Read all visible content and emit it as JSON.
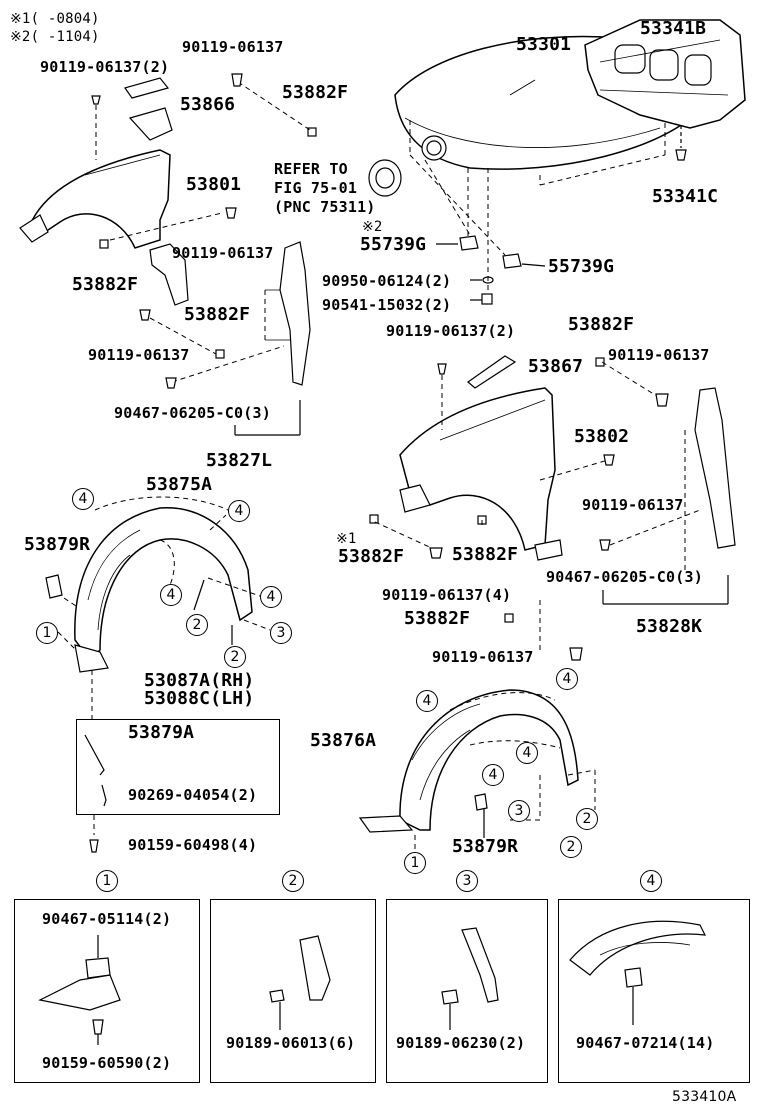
{
  "notes": [
    {
      "mark": "※1",
      "text": "(      -0804)"
    },
    {
      "mark": "※2",
      "text": "(      -1104)"
    }
  ],
  "hood_section": {
    "hood_part": "53301",
    "insulator_part": "53341B",
    "insulator_clip": "53341C",
    "refer_line1": "REFER TO",
    "refer_line2": "FIG 75-01",
    "refer_line3": "(PNC 75311)",
    "cushion_note": "※2",
    "cushion_left": "55739G",
    "cushion_right": "55739G",
    "washer": "90950-06124(2)",
    "stop": "90541-15032(2)"
  },
  "left_fender": {
    "bolt_top": "90119-06137",
    "bolt_top_qty": "90119-06137(2)",
    "seal_top": "53866",
    "pad_top": "53882F",
    "fender": "53801",
    "bolt_mid": "90119-06137",
    "pad_left": "53882F",
    "pad_mid": "53882F",
    "bolt_low": "90119-06137",
    "clip": "90467-06205-C0(3)",
    "bracket_assy": "53827L"
  },
  "right_fender": {
    "bolt_top": "90119-06137(2)",
    "pad_top": "53882F",
    "bolt_right": "90119-06137",
    "seal": "53867",
    "fender": "53802",
    "bolt_mid": "90119-06137",
    "pad_note": "※1",
    "pad_left": "53882F",
    "pad_mid": "53882F",
    "bolt_low": "90119-06137(4)",
    "clip": "90467-06205-C0(3)",
    "bracket_assy": "53828K",
    "pad_low": "53882F",
    "bolt_bottom": "90119-06137"
  },
  "left_liner": {
    "liner": "53875A",
    "shield": "53879R",
    "part_rh": "53087A(RH)",
    "part_lh": "53088C(LH)",
    "seal": "53879A",
    "screw": "90269-04054(2)",
    "bolt": "90159-60498(4)",
    "markers": [
      "4",
      "4",
      "4",
      "4",
      "1",
      "2",
      "2",
      "3"
    ]
  },
  "right_liner": {
    "liner": "53876A",
    "shield": "53879R",
    "markers": [
      "4",
      "4",
      "4",
      "4",
      "3",
      "1",
      "2",
      "2"
    ]
  },
  "detail_panels": [
    {
      "marker": "1",
      "part_top": "90467-05114(2)",
      "part_bottom": "90159-60590(2)"
    },
    {
      "marker": "2",
      "part": "90189-06013(6)"
    },
    {
      "marker": "3",
      "part": "90189-06230(2)"
    },
    {
      "marker": "4",
      "part": "90467-07214(14)"
    }
  ],
  "figure_id": "533410A"
}
